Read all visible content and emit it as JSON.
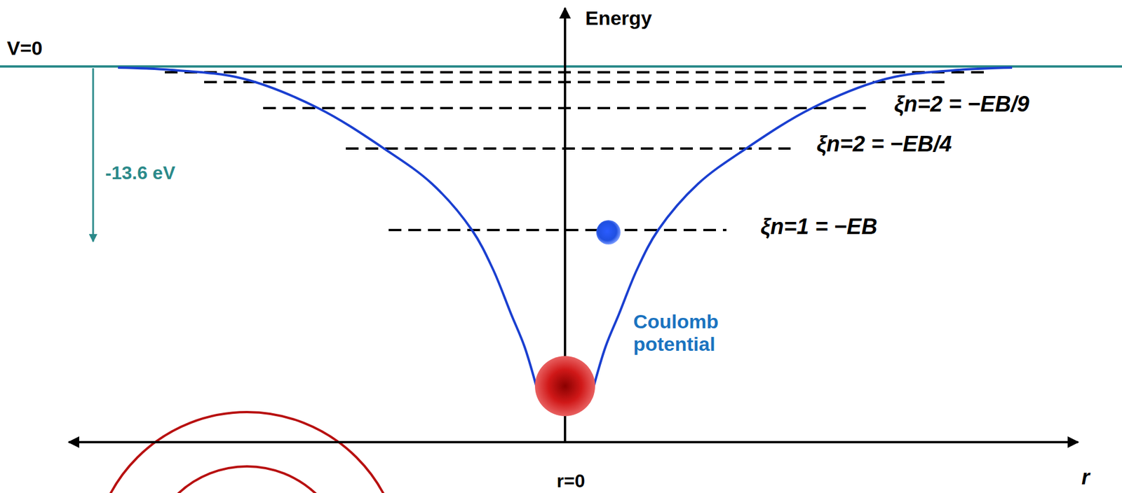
{
  "diagram": {
    "labels": [
      "V=0",
      "Energy",
      "-13.6 eV",
      "ξn=2 = −EB/9",
      "ξn=2 = −EB/4",
      "ξn=1 = −EB",
      "Coulomb potential",
      "r=0",
      "r"
    ]
  }
}
